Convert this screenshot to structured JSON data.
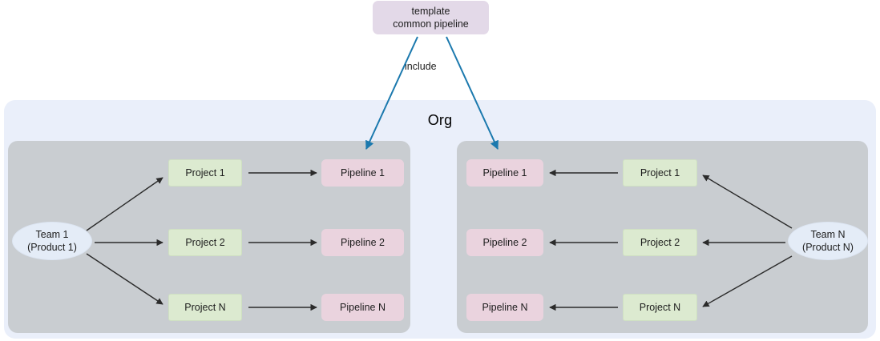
{
  "diagram": {
    "title_node": {
      "line1": "template",
      "line2": "common pipeline"
    },
    "include_label": "include",
    "org_label": "Org",
    "colors": {
      "org_background": "#eaeffa",
      "group_background": "#c9cdd1",
      "project_fill": "#dcead0",
      "pipeline_fill": "#ead3de",
      "team_fill": "#e4ecf7",
      "template_fill": "#e3d9e8",
      "include_arrow": "#1b79ae",
      "flow_arrow": "#2b2b2b"
    },
    "groups": [
      {
        "id": "left",
        "team": {
          "line1": "Team 1",
          "line2": "(Product 1)"
        },
        "rows": [
          {
            "project": "Project 1",
            "pipeline": "Pipeline 1"
          },
          {
            "project": "Project 2",
            "pipeline": "Pipeline 2"
          },
          {
            "project": "Project N",
            "pipeline": "Pipeline N"
          }
        ]
      },
      {
        "id": "right",
        "team": {
          "line1": "Team N",
          "line2": "(Product N)"
        },
        "rows": [
          {
            "pipeline": "Pipeline 1",
            "project": "Project 1"
          },
          {
            "pipeline": "Pipeline 2",
            "project": "Project 2"
          },
          {
            "pipeline": "Pipeline N",
            "project": "Project N"
          }
        ]
      }
    ]
  }
}
